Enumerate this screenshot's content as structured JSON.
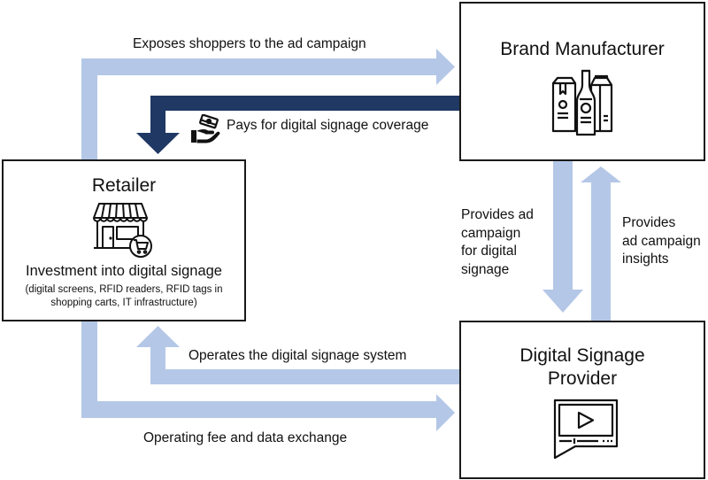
{
  "colors": {
    "light_arrow": "#b4c7e7",
    "dark_arrow": "#1f3864",
    "box_border": "#1a1a1a",
    "text": "#111111"
  },
  "nodes": {
    "brand_manufacturer": {
      "title": "Brand Manufacturer",
      "icon": "bottles-and-cartons-icon"
    },
    "retailer": {
      "title": "Retailer",
      "icon": "storefront-with-cart-icon",
      "subtitle": "Investment into digital signage",
      "detail": "(digital screens, RFID readers, RFID tags in\nshopping carts, IT infrastructure)"
    },
    "digital_signage_provider": {
      "title": "Digital Signage\nProvider",
      "icon": "video-screen-icon"
    }
  },
  "flows": {
    "exposes": {
      "label": "Exposes shoppers to the ad campaign",
      "from": "Retailer",
      "to": "Brand Manufacturer"
    },
    "pays": {
      "label": "Pays for digital signage coverage",
      "icon": "hand-with-money-icon",
      "from": "Brand Manufacturer",
      "to": "Retailer"
    },
    "provides_campaign": {
      "label": "Provides ad\ncampaign\nfor digital\nsignage",
      "from": "Brand Manufacturer",
      "to": "Digital Signage Provider"
    },
    "provides_insights": {
      "label": "Provides\nad campaign\ninsights",
      "from": "Digital Signage Provider",
      "to": "Brand Manufacturer"
    },
    "operates": {
      "label": "Operates the digital signage system",
      "from": "Digital Signage Provider",
      "to": "Retailer"
    },
    "operating_fee": {
      "label": "Operating fee and data exchange",
      "from": "Retailer",
      "to": "Digital Signage Provider"
    }
  }
}
